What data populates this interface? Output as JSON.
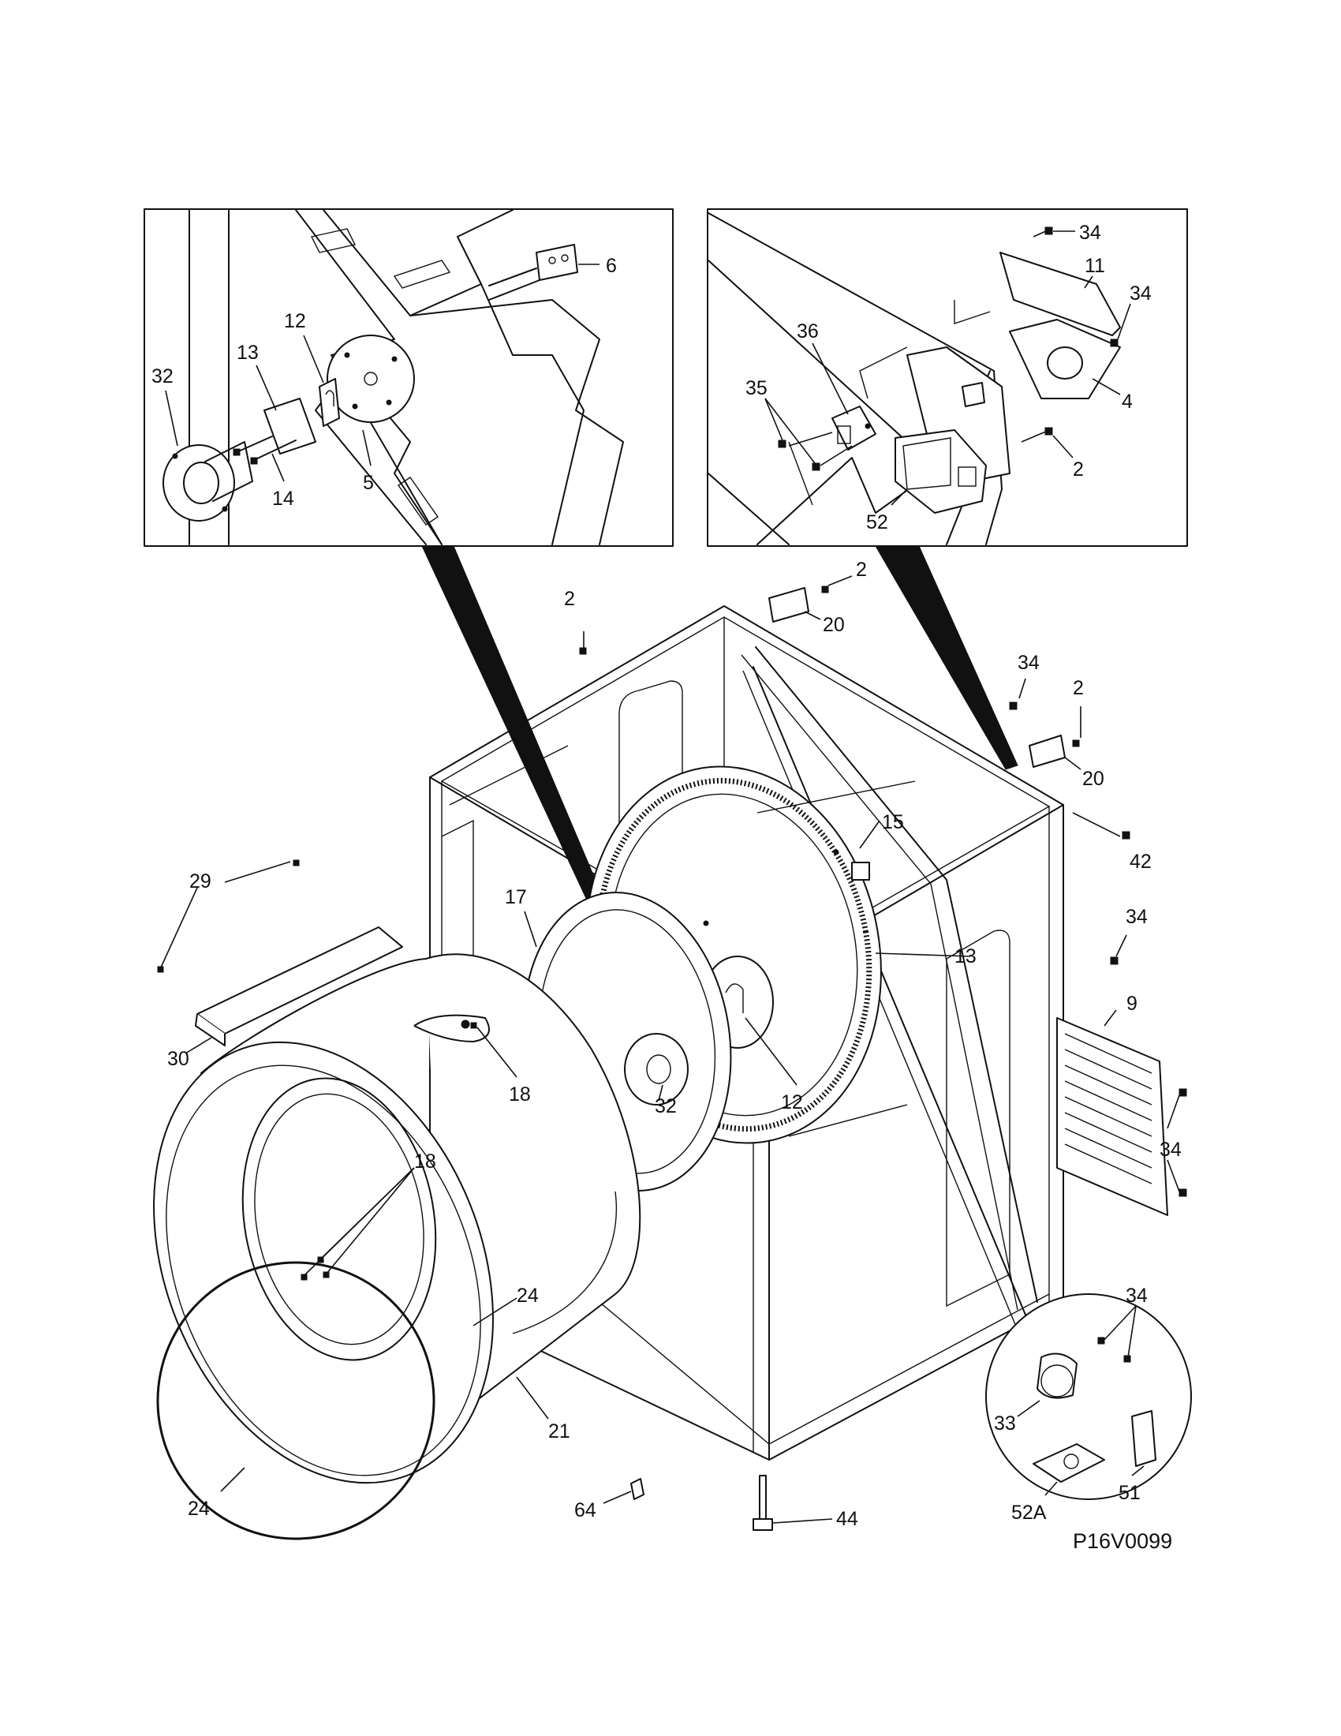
{
  "document_id": "P16V0099",
  "inset_left_callouts": [
    "6",
    "12",
    "13",
    "32",
    "14",
    "5"
  ],
  "inset_right_callouts": [
    "34",
    "11",
    "34",
    "36",
    "35",
    "4",
    "2",
    "52"
  ],
  "main_callouts": [
    "2",
    "2",
    "20",
    "34",
    "2",
    "20",
    "15",
    "42",
    "29",
    "17",
    "13",
    "34",
    "9",
    "30",
    "18",
    "12",
    "32",
    "34",
    "18",
    "24",
    "34",
    "33",
    "21",
    "51",
    "24",
    "52A",
    "64",
    "44"
  ]
}
